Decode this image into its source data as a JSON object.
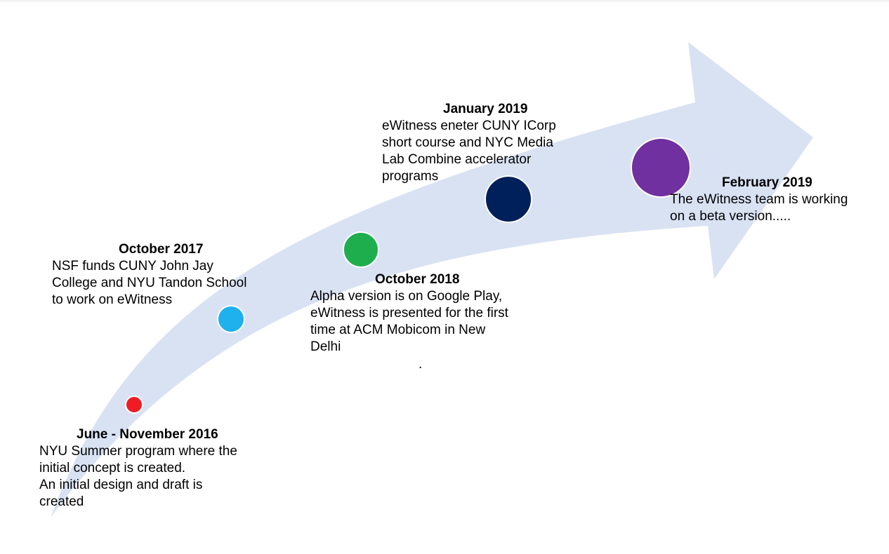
{
  "colors": {
    "arrow": "#d9e2f3",
    "milestone_2016": "#ee1c25",
    "milestone_2017": "#1fb0ee",
    "milestone_2018": "#1fae4e",
    "milestone_jan_2019": "#00205b",
    "milestone_feb_2019": "#7130a0"
  },
  "milestones": [
    {
      "date": "June - November 2016",
      "text": "NYU Summer program where the\ninitial concept is created.\nAn initial design and draft is\ncreated"
    },
    {
      "date": "October 2017",
      "text": "NSF funds CUNY John Jay\nCollege and NYU Tandon School\nto work on eWitness"
    },
    {
      "date": "October 2018",
      "text": "Alpha version is on Google Play,\neWitness is presented for the first\ntime at ACM Mobicom in New\nDelhi"
    },
    {
      "date": "January 2019",
      "text": "eWitness eneter CUNY ICorp\nshort course and NYC Media\nLab Combine accelerator\nprograms"
    },
    {
      "date": "February 2019",
      "text": "The eWitness team is working\non a beta version....."
    }
  ],
  "stray_dot": "."
}
